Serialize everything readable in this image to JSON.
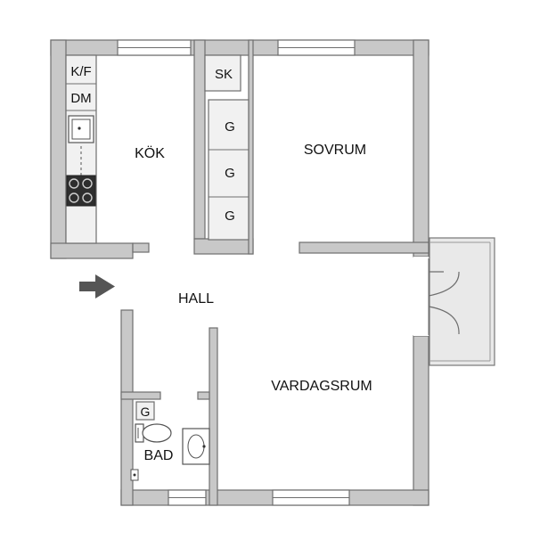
{
  "rooms": {
    "kitchen": "KÖK",
    "bedroom": "SOVRUM",
    "hall": "HALL",
    "living_room": "VARDAGSRUM",
    "bathroom": "BAD"
  },
  "fixtures": {
    "fridge_freezer": "K/F",
    "dishwasher": "DM",
    "closet": "SK",
    "wardrobe": "G",
    "bathroom_wardrobe": "G"
  },
  "colors": {
    "wall_fill": "#c8c8c8",
    "wall_stroke": "#6e6e6e",
    "fixture_fill": "#f1f1f1",
    "arrow": "#555555",
    "balcony": "#e9e9e9"
  }
}
